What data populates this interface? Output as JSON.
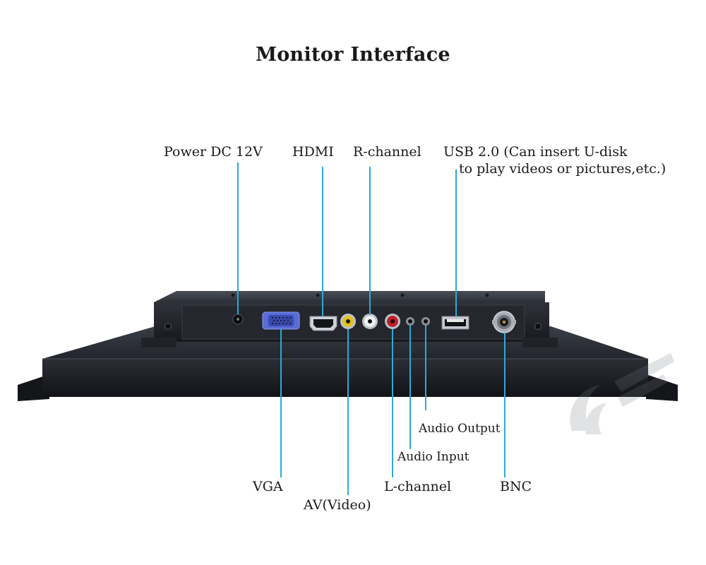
{
  "title": "Monitor Interface",
  "labels": {
    "power": "Power DC 12V",
    "hdmi": "HDMI",
    "r_channel": "R-channel",
    "usb_line1": "USB 2.0 (Can insert U-disk",
    "usb_line2": "to play videos or pictures,etc.)",
    "vga": "VGA",
    "av_video": "AV(Video)",
    "l_channel": "L-channel",
    "audio_input": "Audio Input",
    "audio_output": "Audio Output",
    "bnc": "BNC"
  },
  "colors": {
    "leader_line": "#2fa8d8",
    "chassis": "#1c1e24",
    "port_panel": "#2a2d33"
  }
}
